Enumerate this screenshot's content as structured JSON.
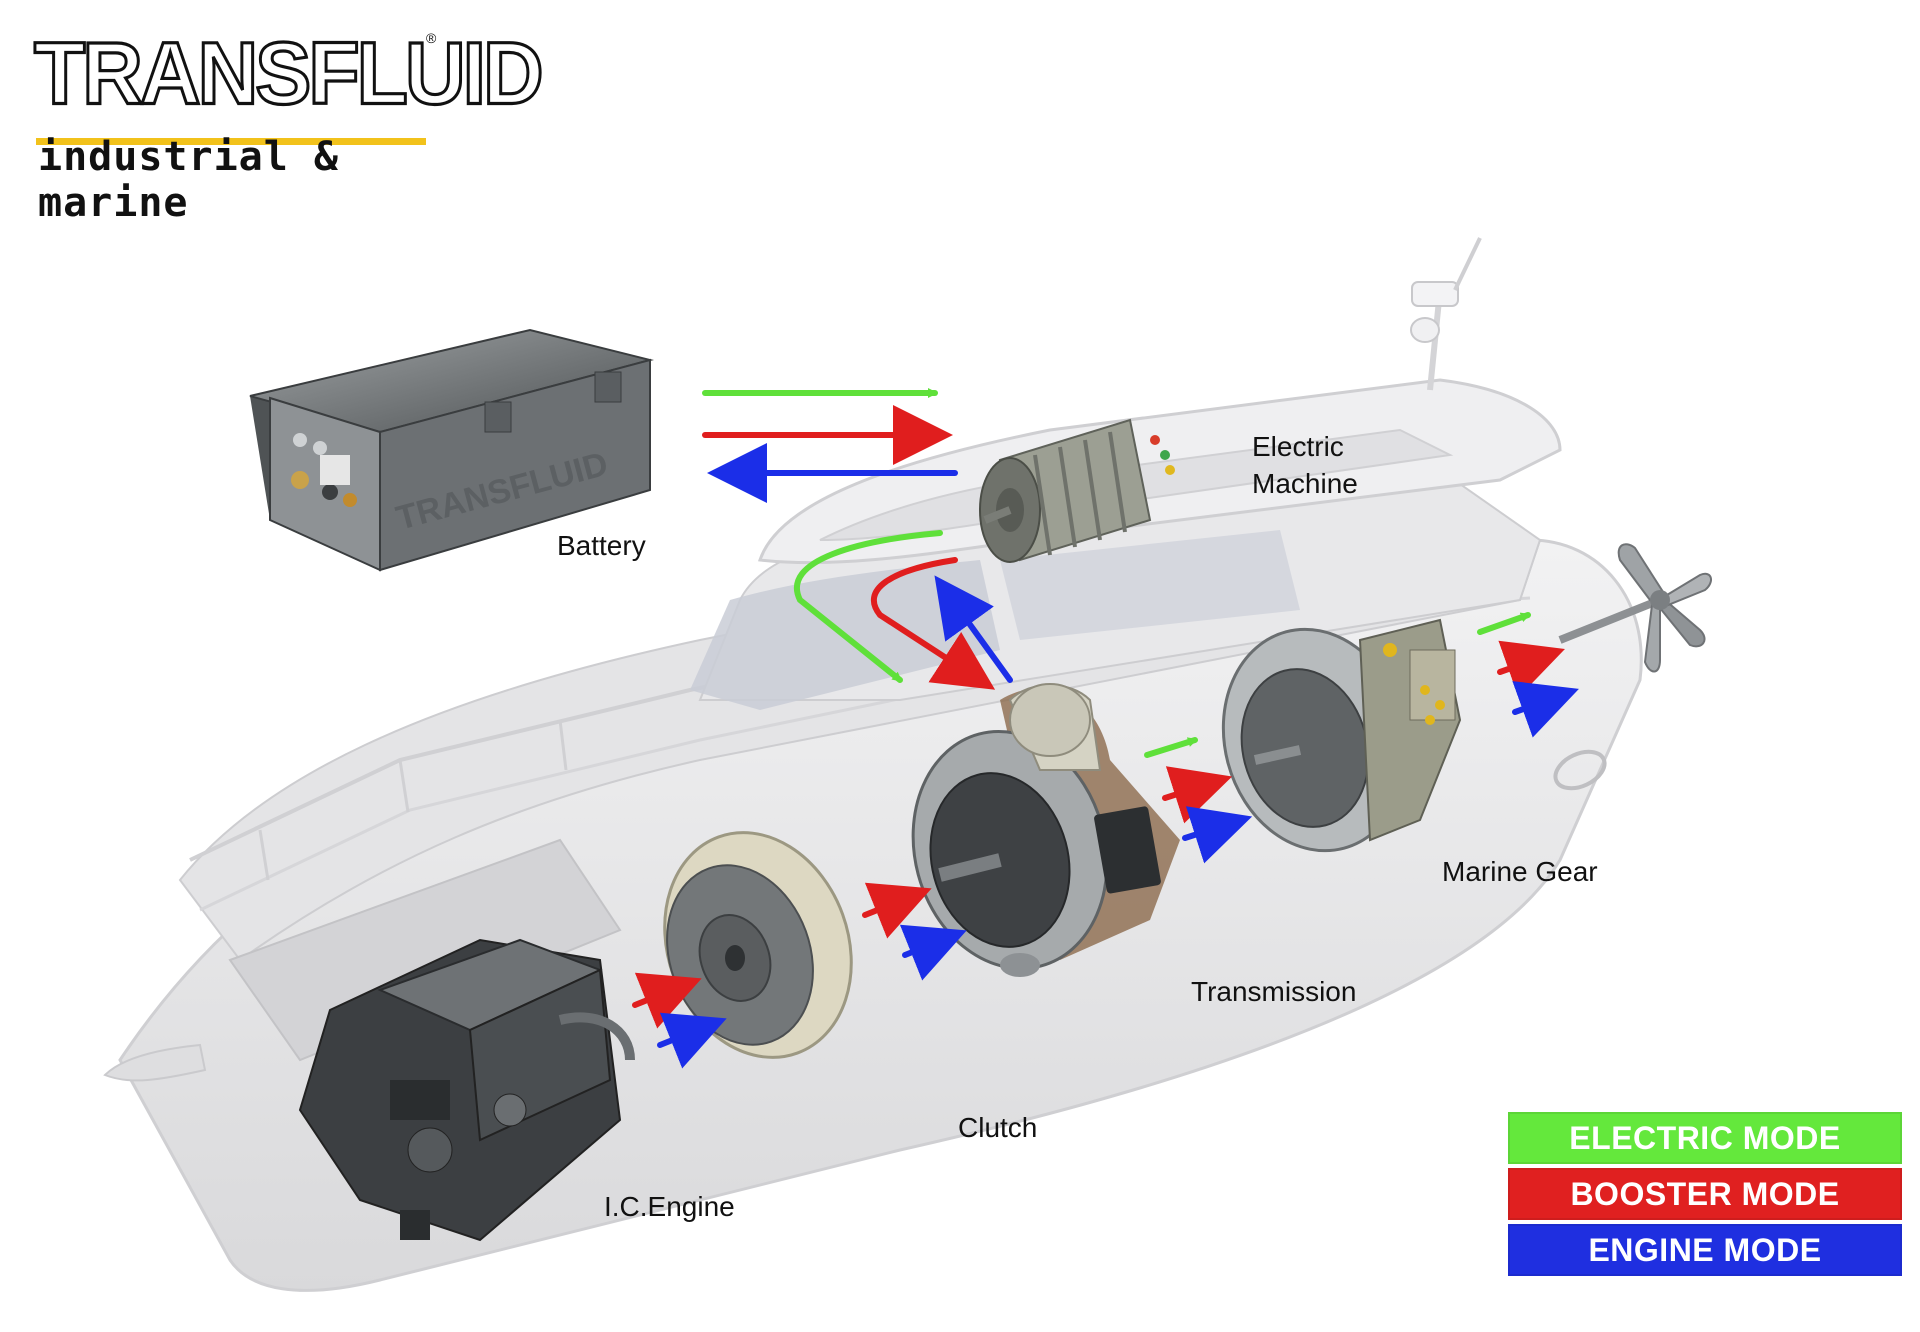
{
  "logo": {
    "brand": "TRANSFLUID",
    "registered": "®",
    "tagline": "industrial & marine"
  },
  "labels": {
    "battery": "Battery",
    "electric_machine_line1": "Electric",
    "electric_machine_line2": "Machine",
    "marine_gear": "Marine Gear",
    "transmission": "Transmission",
    "clutch": "Clutch",
    "ic_engine": "I.C.Engine"
  },
  "legend": [
    {
      "label": "ELECTRIC MODE",
      "color": "#64e83c"
    },
    {
      "label": "BOOSTER MODE",
      "color": "#e02020"
    },
    {
      "label": "ENGINE MODE",
      "color": "#1f2fe0"
    }
  ],
  "colors": {
    "electric": "#5fe03a",
    "booster": "#e01e1e",
    "engine": "#1b2ee8",
    "hull": "#e9e9ea",
    "component_dark": "#5a5d5f",
    "component_beige": "#ddd8c2"
  }
}
